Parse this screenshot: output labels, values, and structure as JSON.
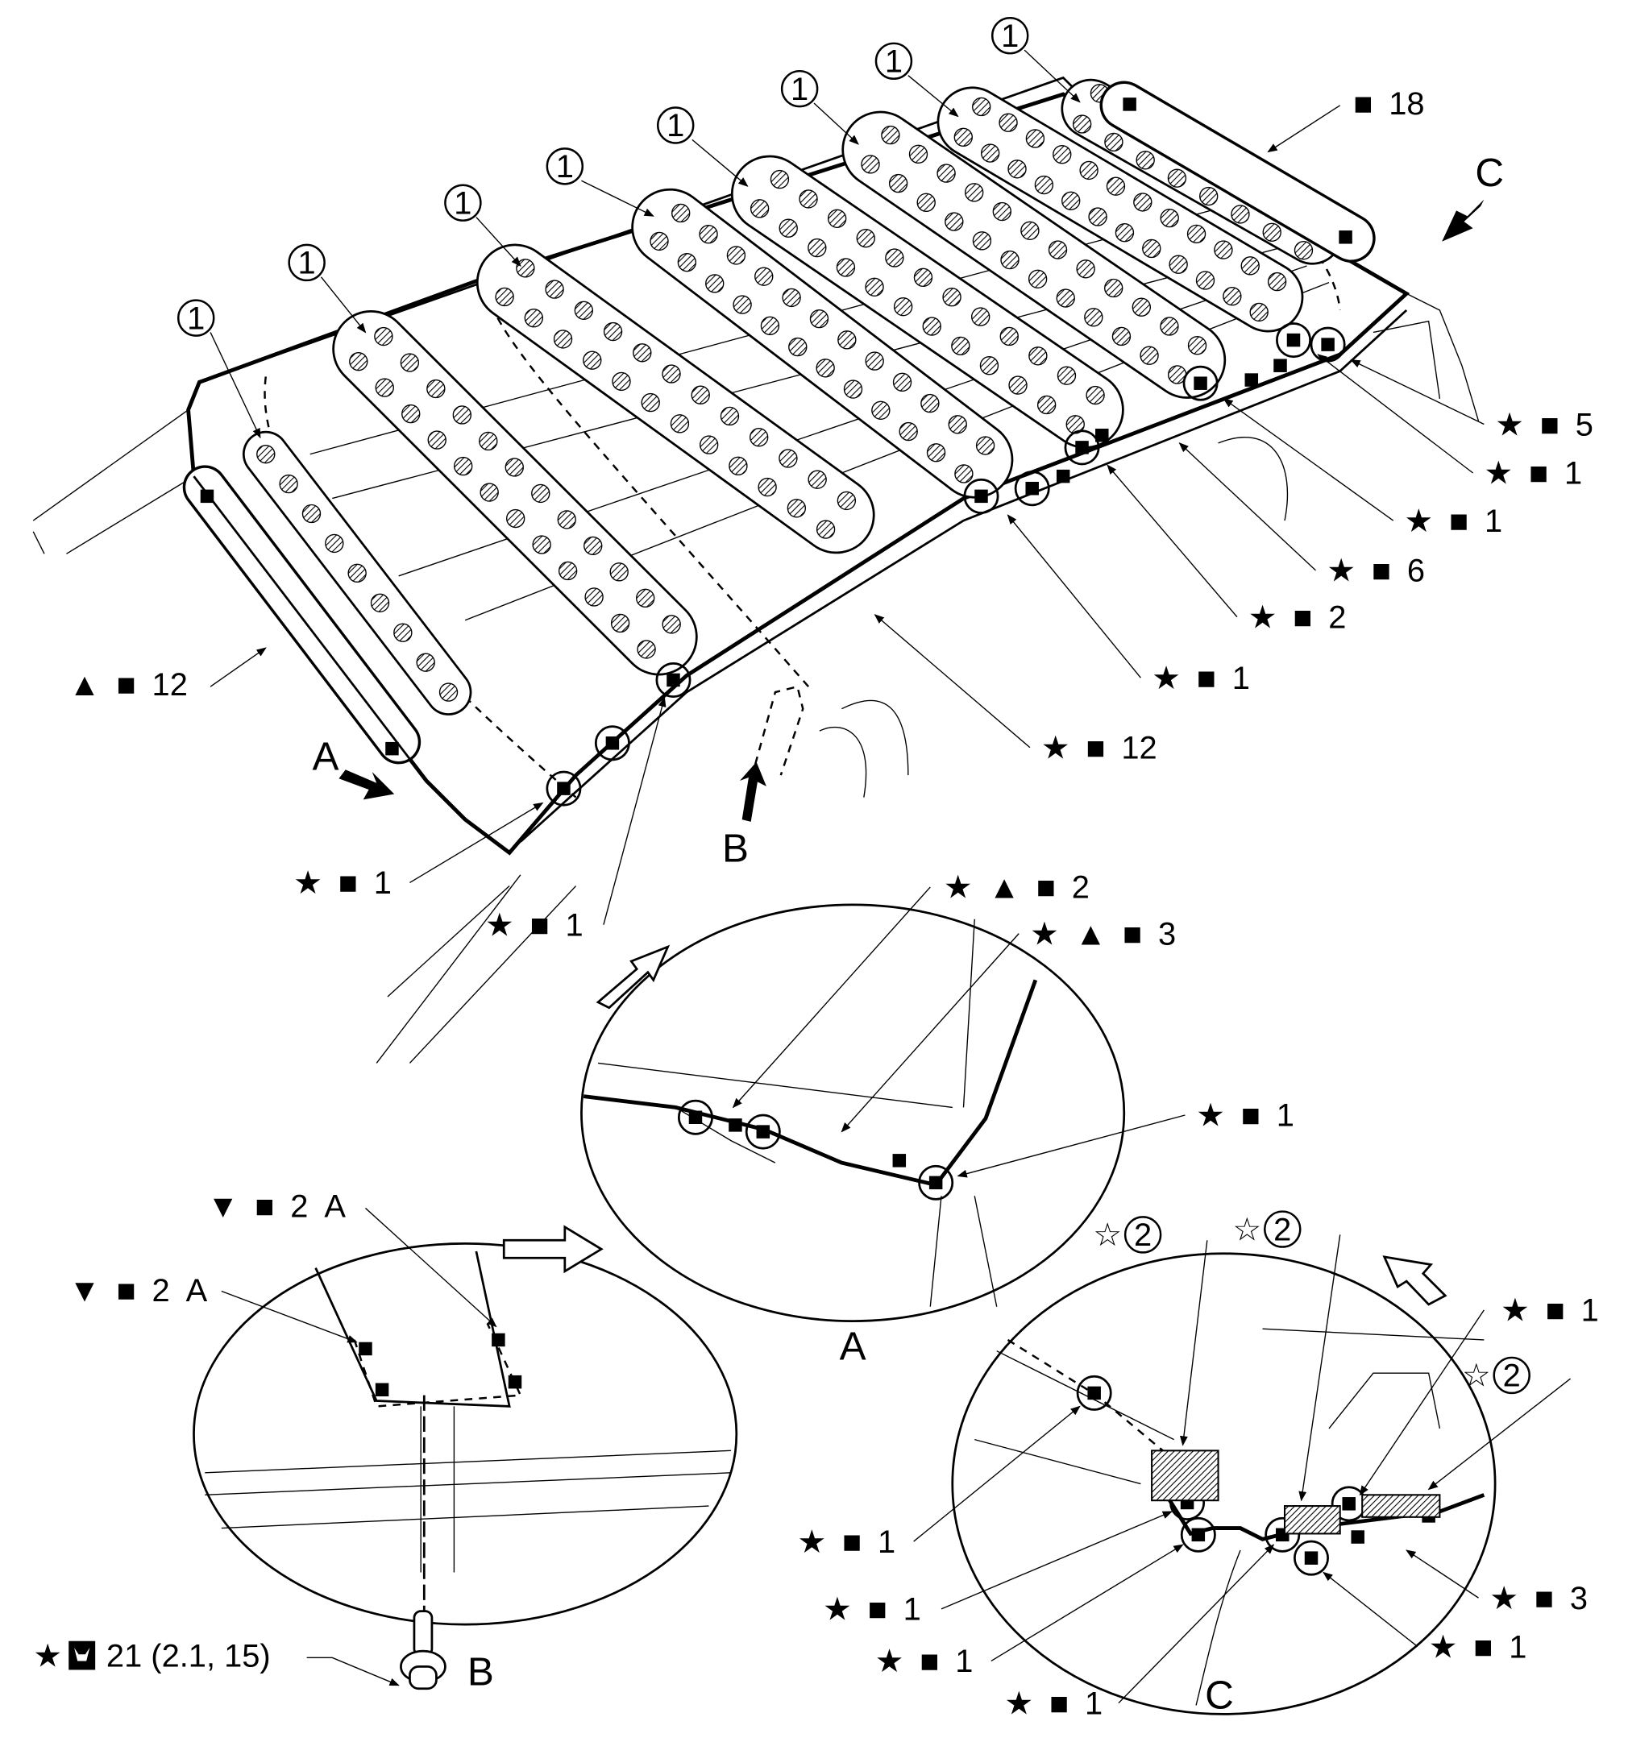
{
  "diagram": {
    "circled_parts": [
      "1",
      "1",
      "1",
      "1",
      "1",
      "1",
      "1",
      "1"
    ],
    "main_callouts": [
      "■ 18",
      "★ ■ 5",
      "★ ■ 1",
      "★ ■ 1",
      "★ ■ 6",
      "★ ■ 2",
      "★ ■ 1",
      "★ ■ 12",
      "▲ ■ 12",
      "★ ■ 1",
      "★ ■ 1"
    ],
    "view_letters": {
      "a": "A",
      "b": "B",
      "c": "C"
    },
    "detail_a": {
      "callouts": [
        "★ ▲ ■ 2",
        "★ ▲ ■ 3",
        "★ ■ 1"
      ],
      "caption": "A"
    },
    "detail_b": {
      "callouts": [
        "▼ ■ 2 A",
        "▼ ■ 2 A"
      ],
      "torque_prefix": "★",
      "torque_icon": "torque-wrench-icon",
      "torque_value": "21 (2.1, 15)",
      "caption": "B"
    },
    "detail_c": {
      "circled_parts": [
        "☆ 2",
        "☆ 2",
        "☆ 2"
      ],
      "callouts": [
        "★ ■ 1",
        "★ ■ 1",
        "★ ■ 1",
        "★ ■ 1",
        "★ ■ 1",
        "★ ■ 3",
        "★ ■ 1"
      ],
      "caption": "C"
    }
  }
}
